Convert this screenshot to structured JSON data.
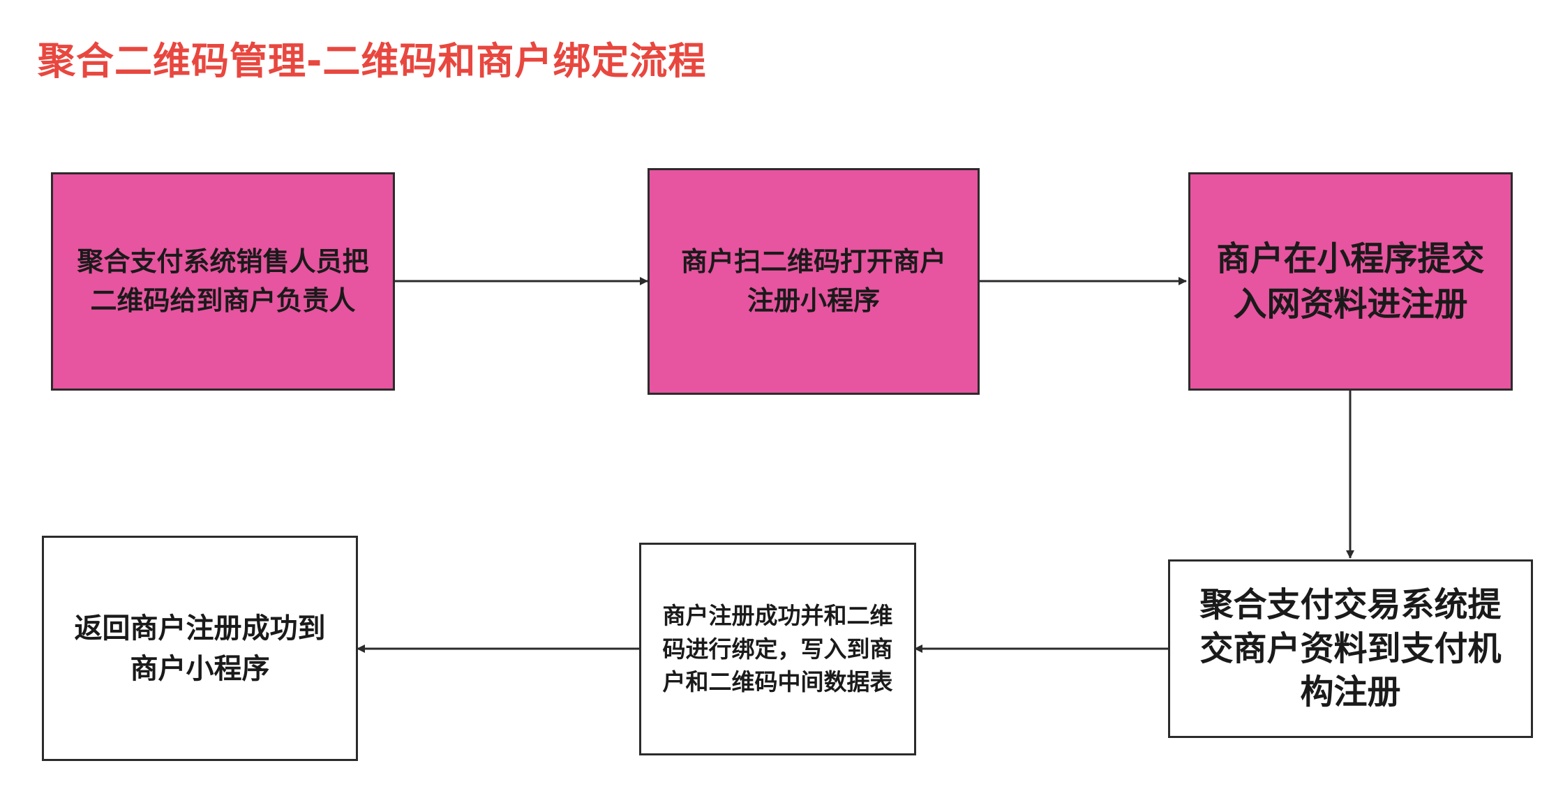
{
  "title": "聚合二维码管理-二维码和商户绑定流程",
  "colors": {
    "title": "#e8473f",
    "highlight_fill": "#e7549f",
    "plain_fill": "#ffffff",
    "stroke": "#2b2b2b"
  },
  "nodes": [
    {
      "id": "step1",
      "label": "聚合支付系统销售人员把\n二维码给到商户负责人",
      "fill": "highlight"
    },
    {
      "id": "step2",
      "label": "商户扫二维码打开商户\n注册小程序",
      "fill": "highlight"
    },
    {
      "id": "step3",
      "label": "商户在小程序提交\n入网资料进注册",
      "fill": "highlight"
    },
    {
      "id": "step4",
      "label": "聚合支付交易系统提\n交商户资料到支付机\n构注册",
      "fill": "plain"
    },
    {
      "id": "step5",
      "label": "商户注册成功并和二维\n码进行绑定，写入到商\n户和二维码中间数据表",
      "fill": "plain"
    },
    {
      "id": "step6",
      "label": "返回商户注册成功到\n商户小程序",
      "fill": "plain"
    }
  ],
  "edges": [
    {
      "from": "step1",
      "to": "step2"
    },
    {
      "from": "step2",
      "to": "step3"
    },
    {
      "from": "step3",
      "to": "step4"
    },
    {
      "from": "step4",
      "to": "step5"
    },
    {
      "from": "step5",
      "to": "step6"
    }
  ]
}
